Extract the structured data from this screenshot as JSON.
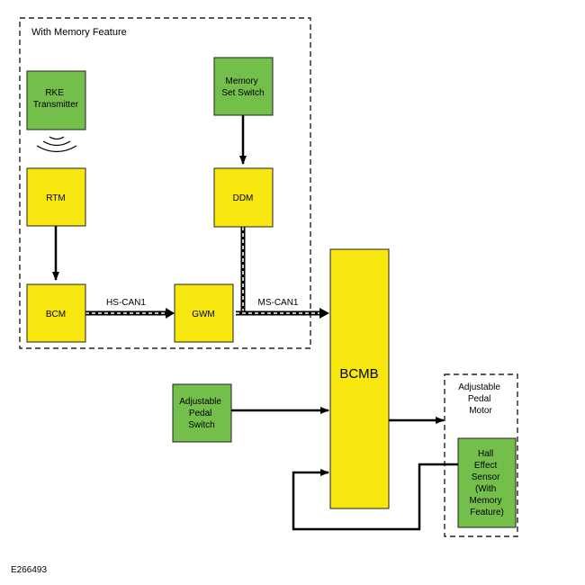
{
  "colors": {
    "module_fill": "#f7e70e",
    "component_fill": "#74bf4b",
    "border": "#222222",
    "line": "#000000"
  },
  "memory_feature_group": {
    "label": "With Memory Feature"
  },
  "pedal_motor_group": {
    "label": [
      "Adjustable",
      "Pedal",
      "Motor"
    ]
  },
  "components": {
    "rke_transmitter": [
      "RKE",
      "Transmitter"
    ],
    "memory_set_switch": [
      "Memory",
      "Set Switch"
    ],
    "adjustable_pedal_switch": [
      "Adjustable",
      "Pedal",
      "Switch"
    ],
    "hall_effect_sensor": [
      "Hall",
      "Effect",
      "Sensor",
      "(With",
      "Memory",
      "Feature)"
    ]
  },
  "modules": {
    "rtm": "RTM",
    "ddm": "DDM",
    "bcm": "BCM",
    "gwm": "GWM",
    "bcmb": "BCMB"
  },
  "networks": {
    "hs_can": "HS-CAN1",
    "ms_can": "MS-CAN1"
  },
  "figure_id": "E266493"
}
